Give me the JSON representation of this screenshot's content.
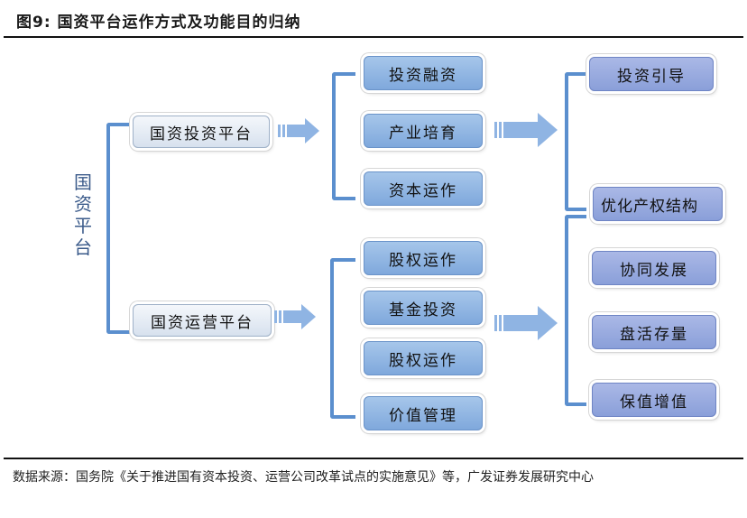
{
  "header": {
    "title": "图9:  国资平台运作方式及功能目的归纳"
  },
  "diagram": {
    "root_label": [
      "国",
      "资",
      "平",
      "台"
    ],
    "platforms": [
      {
        "label": "国资投资平台"
      },
      {
        "label": "国资运营平台"
      }
    ],
    "investment_methods": [
      {
        "label": "投资融资"
      },
      {
        "label": "产业培育"
      },
      {
        "label": "资本运作"
      }
    ],
    "operation_methods": [
      {
        "label": "股权运作"
      },
      {
        "label": "基金投资"
      },
      {
        "label": "股权运作"
      },
      {
        "label": "价值管理"
      }
    ],
    "investment_goals": [
      {
        "label": "投资引导"
      },
      {
        "label": "优化产权结构"
      }
    ],
    "operation_goals": [
      {
        "label": "协同发展"
      },
      {
        "label": "盘活存量"
      },
      {
        "label": "保值增值"
      }
    ],
    "colors": {
      "bracket": "#5b8fce",
      "arrow": "#8fb4e3",
      "platform_box": "#dfe7f1",
      "method_box": "#8fb4e3",
      "goal_box": "#98a9de"
    }
  },
  "footer": {
    "source": "数据来源：国务院《关于推进国有资本投资、运营公司改革试点的实施意见》等，广发证券发展研究中心"
  }
}
